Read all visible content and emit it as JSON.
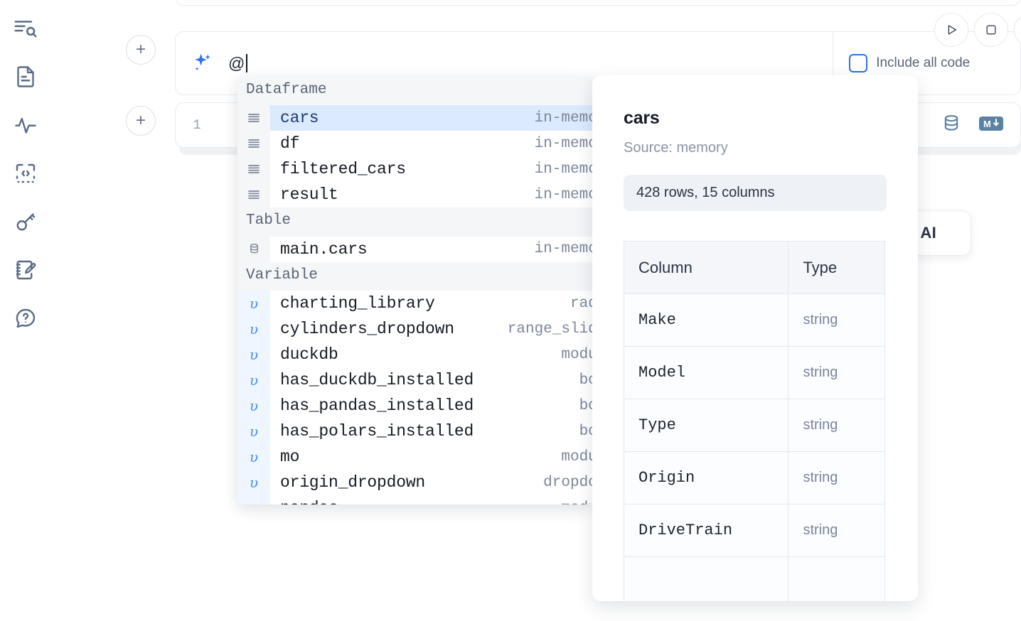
{
  "sidebar": {
    "items": [
      {
        "name": "outline-search-icon",
        "label": "Outline"
      },
      {
        "name": "file-document-icon",
        "label": "Notebook file"
      },
      {
        "name": "activity-pulse-icon",
        "label": "Activity"
      },
      {
        "name": "embed-code-icon",
        "label": "Snippets"
      },
      {
        "name": "key-icon",
        "label": "Secrets"
      },
      {
        "name": "scratchpad-edit-icon",
        "label": "Scratchpad"
      },
      {
        "name": "help-chat-icon",
        "label": "Help"
      }
    ]
  },
  "prompt": {
    "value": "@",
    "sparkle_icon": "sparkles-icon",
    "include_all_code_label": "Include all code",
    "include_all_code_checked": false,
    "add_cell_label": "+"
  },
  "toolbar": {
    "run_label": "Run",
    "stop_label": "Stop"
  },
  "cell": {
    "line_number": "1",
    "actions": [
      {
        "name": "database-icon",
        "label": "SQL cell"
      },
      {
        "name": "markdown-icon",
        "label": "Markdown cell"
      }
    ]
  },
  "floating_chip": {
    "label": "AI"
  },
  "autocomplete": {
    "groups": [
      {
        "title": "Dataframe",
        "icon": "dataframe-rows-icon",
        "kind": "dataframe",
        "items": [
          {
            "name": "cars",
            "type": "in-memory",
            "selected": true
          },
          {
            "name": "df",
            "type": "in-memory",
            "selected": false
          },
          {
            "name": "filtered_cars",
            "type": "in-memory",
            "selected": false
          },
          {
            "name": "result",
            "type": "in-memory",
            "selected": false
          }
        ]
      },
      {
        "title": "Table",
        "icon": "database-icon",
        "kind": "table",
        "items": [
          {
            "name": "main.cars",
            "type": "in-memory",
            "selected": false
          }
        ]
      },
      {
        "title": "Variable",
        "icon": "variable-upsilon-icon",
        "kind": "variable",
        "items": [
          {
            "name": "charting_library",
            "type": "radio",
            "selected": false
          },
          {
            "name": "cylinders_dropdown",
            "type": "range_slider",
            "selected": false
          },
          {
            "name": "duckdb",
            "type": "module",
            "selected": false
          },
          {
            "name": "has_duckdb_installed",
            "type": "bool",
            "selected": false
          },
          {
            "name": "has_pandas_installed",
            "type": "bool",
            "selected": false
          },
          {
            "name": "has_polars_installed",
            "type": "bool",
            "selected": false
          },
          {
            "name": "mo",
            "type": "module",
            "selected": false
          },
          {
            "name": "origin_dropdown",
            "type": "dropdown",
            "selected": false
          },
          {
            "name": "pandas",
            "type": "module",
            "selected": false
          }
        ]
      }
    ]
  },
  "detail": {
    "title": "cars",
    "source": "Source: memory",
    "stats": "428 rows, 15 columns",
    "table": {
      "headers": [
        "Column",
        "Type"
      ],
      "rows": [
        [
          "Make",
          "string"
        ],
        [
          "Model",
          "string"
        ],
        [
          "Type",
          "string"
        ],
        [
          "Origin",
          "string"
        ],
        [
          "DriveTrain",
          "string"
        ],
        [
          "",
          ""
        ]
      ]
    }
  },
  "colors": {
    "accent": "#2f6fed",
    "selection": "#dbeafe",
    "muted": "#7d879a",
    "panel_border": "#e7eaee"
  }
}
